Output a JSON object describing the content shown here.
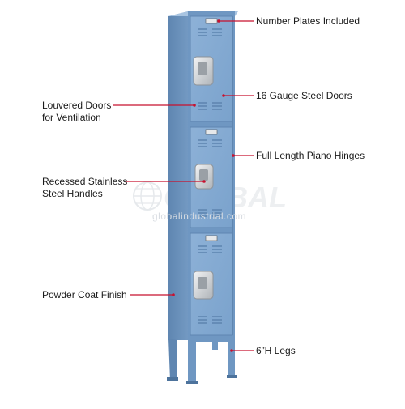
{
  "watermark": {
    "brand": "GLOBAL",
    "domain": "globalindustrial.com"
  },
  "callouts": [
    {
      "id": "number-plates",
      "text": "Number Plates Included"
    },
    {
      "id": "steel-doors",
      "text": "16 Gauge Steel Doors"
    },
    {
      "id": "louvered-doors",
      "text": "Louvered Doors\nfor Ventilation"
    },
    {
      "id": "piano-hinges",
      "text": "Full Length Piano Hinges"
    },
    {
      "id": "stainless-handles",
      "text": "Recessed Stainless\nSteel Handles"
    },
    {
      "id": "powder-coat",
      "text": "Powder Coat Finish"
    },
    {
      "id": "legs",
      "text": "6”H Legs"
    }
  ],
  "colors": {
    "locker_body": "#7fa6cf",
    "locker_dark": "#5f86b1",
    "locker_light": "#9ab9da",
    "callout_line": "#c8102e",
    "handle": "#d6d9dc"
  }
}
